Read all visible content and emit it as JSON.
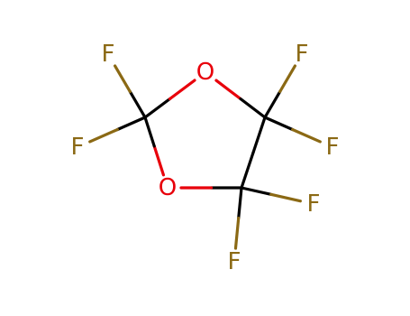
{
  "molecule": {
    "atoms": [
      {
        "id": "C1",
        "element": "C",
        "label": ""
      },
      {
        "id": "O1",
        "element": "O",
        "label": "O"
      },
      {
        "id": "C2",
        "element": "C",
        "label": ""
      },
      {
        "id": "C3",
        "element": "C",
        "label": ""
      },
      {
        "id": "O2",
        "element": "O",
        "label": "O"
      },
      {
        "id": "F1",
        "element": "F",
        "label": "F"
      },
      {
        "id": "F2",
        "element": "F",
        "label": "F"
      },
      {
        "id": "F3",
        "element": "F",
        "label": "F"
      },
      {
        "id": "F4",
        "element": "F",
        "label": "F"
      },
      {
        "id": "F5",
        "element": "F",
        "label": "F"
      },
      {
        "id": "F6",
        "element": "F",
        "label": "F"
      }
    ],
    "bonds": [
      {
        "from": "C1",
        "to": "O1"
      },
      {
        "from": "O1",
        "to": "C2"
      },
      {
        "from": "C2",
        "to": "C3"
      },
      {
        "from": "C3",
        "to": "O2"
      },
      {
        "from": "O2",
        "to": "C1"
      },
      {
        "from": "C1",
        "to": "F1"
      },
      {
        "from": "C1",
        "to": "F2"
      },
      {
        "from": "C2",
        "to": "F3"
      },
      {
        "from": "C2",
        "to": "F4"
      },
      {
        "from": "C3",
        "to": "F5"
      },
      {
        "from": "C3",
        "to": "F6"
      }
    ]
  },
  "colors": {
    "C": "#000000",
    "O": "#e8000b",
    "F": "#8b6914"
  }
}
